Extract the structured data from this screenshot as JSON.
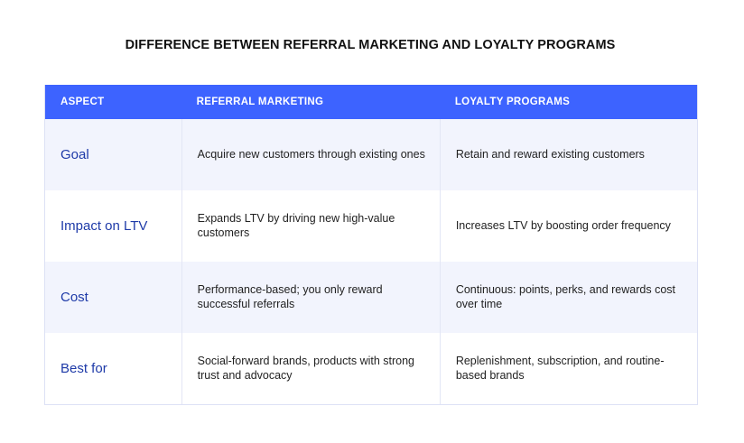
{
  "title": "DIFFERENCE BETWEEN REFERRAL MARKETING AND LOYALTY PROGRAMS",
  "columns": [
    "ASPECT",
    "REFERRAL MARKETING",
    "LOYALTY PROGRAMS"
  ],
  "rows": [
    {
      "aspect": "Goal",
      "referral": "Acquire new customers through existing ones",
      "loyalty": "Retain and reward existing customers"
    },
    {
      "aspect": "Impact on LTV",
      "referral": "Expands LTV by driving new high-value customers",
      "loyalty": "Increases LTV by boosting order frequency"
    },
    {
      "aspect": "Cost",
      "referral": "Performance-based; you only reward successful referrals",
      "loyalty": "Continuous: points, perks, and rewards cost over time"
    },
    {
      "aspect": "Best for",
      "referral": "Social-forward brands, products with strong trust and advocacy",
      "loyalty": "Replenishment, subscription, and routine-based brands"
    }
  ],
  "colors": {
    "header_bg": "#3d63ff",
    "header_text": "#ffffff",
    "aspect_text": "#1e3aa8",
    "alt_row_bg": "#f2f4fd",
    "border": "#dde1f5"
  }
}
